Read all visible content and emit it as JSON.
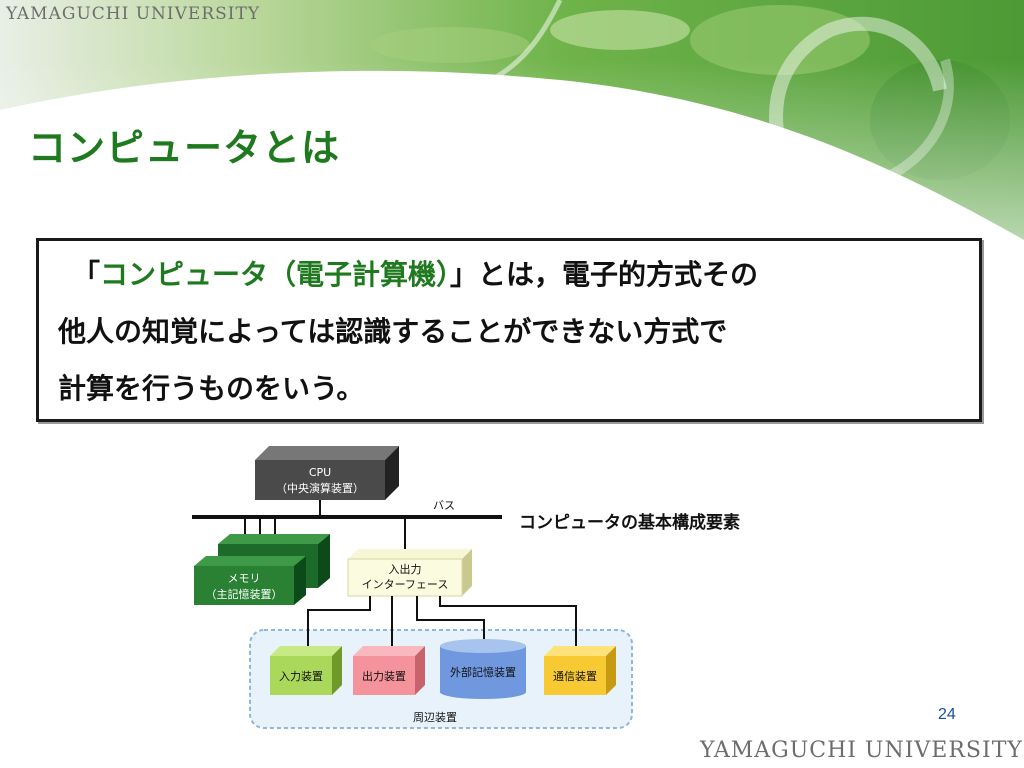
{
  "header": {
    "university": "YAMAGUCHI UNIVERSITY"
  },
  "slide": {
    "title": "コンピュータとは",
    "definition": {
      "open_bracket": "「",
      "highlight": "コンピュータ（電子計算機）",
      "rest_line1": "」とは，電子的方式その",
      "line2": "他人の知覚によっては認識することができない方式で",
      "line3": "計算を行うものをいう。"
    }
  },
  "diagram": {
    "caption": "コンピュータの基本構成要素",
    "cpu": {
      "line1": "CPU",
      "line2": "（中央演算装置）"
    },
    "bus_label": "バス",
    "memory": {
      "line1": "メモリ",
      "line2": "（主記憶装置）"
    },
    "io_interface": {
      "line1": "入出力",
      "line2": "インターフェース"
    },
    "input_device": "入力装置",
    "output_device": "出力装置",
    "external_storage": "外部記憶装置",
    "communication_device": "通信装置",
    "peripheral_label": "周辺装置"
  },
  "footer": {
    "page_number": "24",
    "university": "YAMAGUCHI UNIVERSITY"
  },
  "colors": {
    "title_green": "#1f7a1f",
    "page_number_blue": "#1b4fa0"
  }
}
